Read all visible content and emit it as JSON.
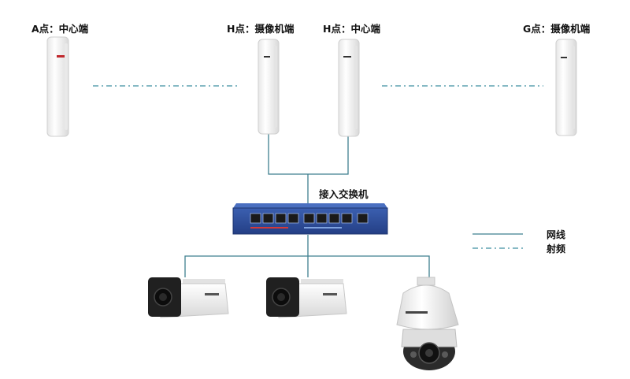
{
  "nodes": {
    "a_center": "A点：中心端",
    "h_camera": "H点：摄像机端",
    "h_center": "H点：中心端",
    "g_camera": "G点：摄像机端"
  },
  "switch_label": "接入交换机",
  "legend": {
    "cable": "网线",
    "radio": "射频"
  },
  "colors": {
    "cable": "#3f7f8f",
    "radio": "#3f8fa0",
    "switch_body": "#2c4d9a",
    "device_white": "#f4f4f4"
  }
}
